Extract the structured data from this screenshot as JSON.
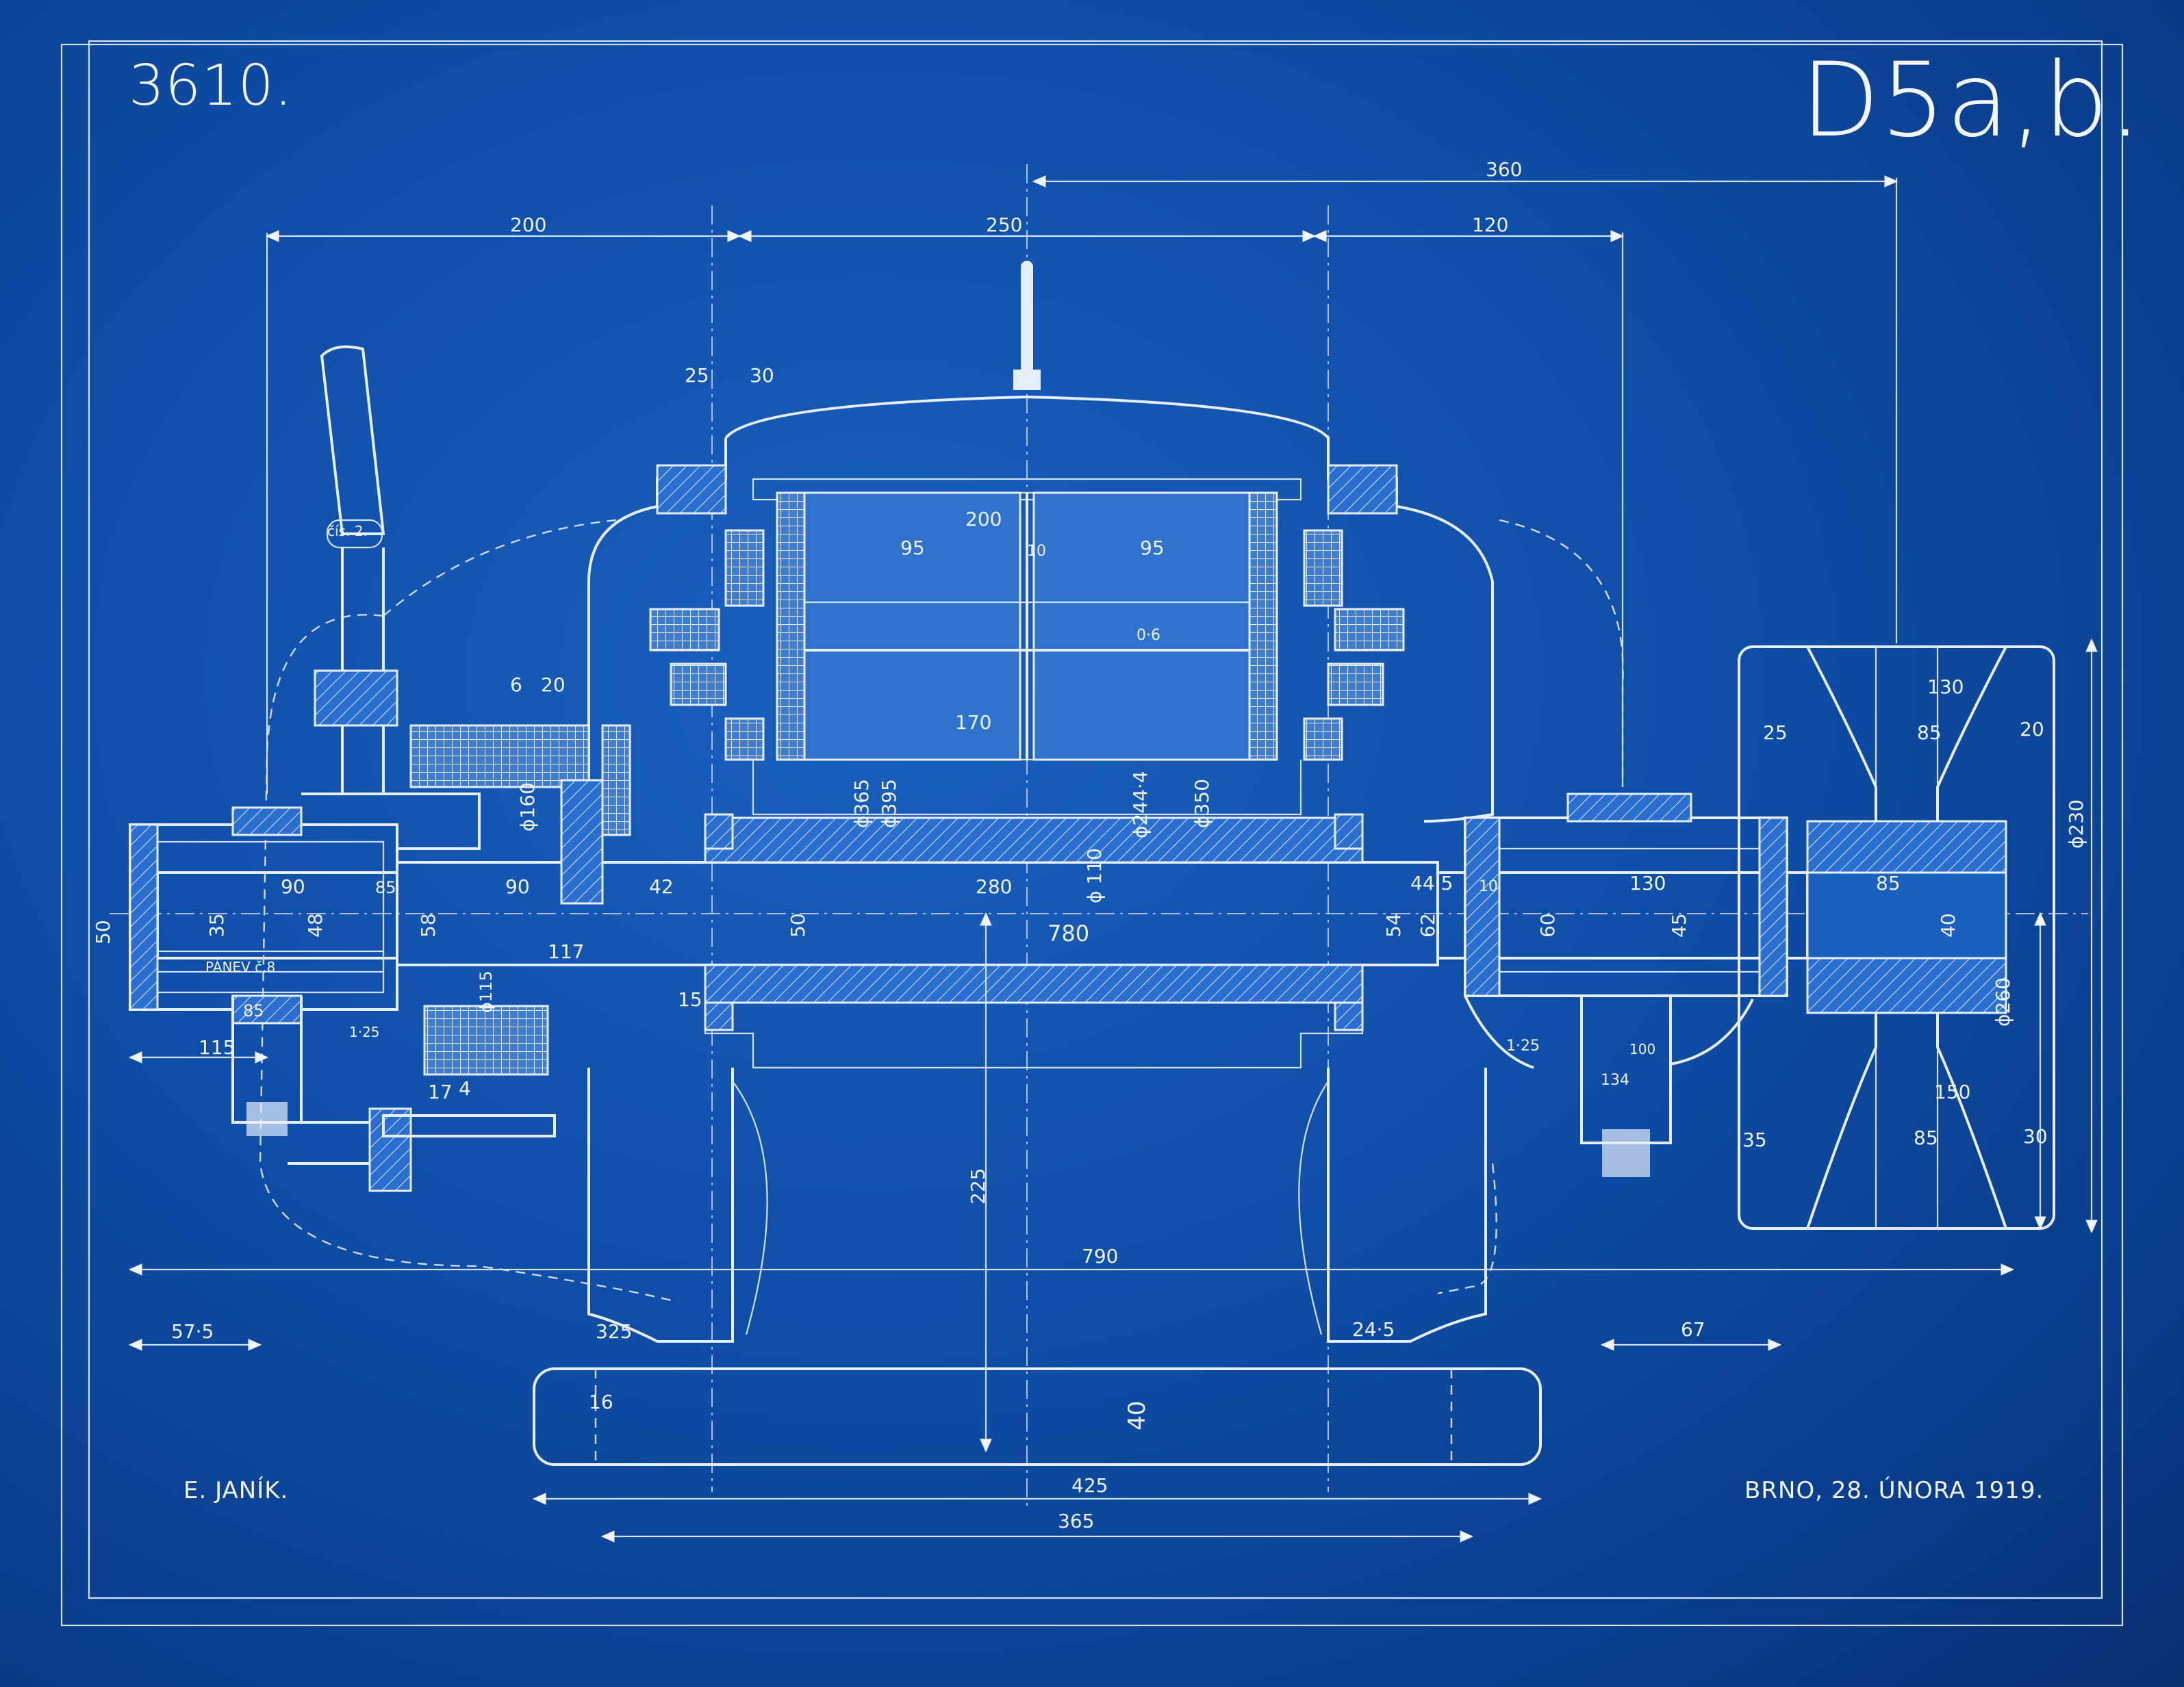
{
  "sheet": {
    "number": "3610.",
    "drawing_code": "D5a,b.",
    "author": "E. JANÍK.",
    "place_date": "BRNO, 28. ÚNORA 1919."
  },
  "dimensions": {
    "top_360": "360",
    "top_200": "200",
    "top_250": "250",
    "top_120": "120",
    "d25": "25",
    "d30": "30",
    "rotor_200": "200",
    "rotor_95_left": "95",
    "rotor_10": "10",
    "rotor_95_right": "95",
    "gap_06": "0·6",
    "rotor_170": "170",
    "phi365": "ϕ365",
    "phi395": "ϕ395",
    "phi2444": "ϕ244·4",
    "phi350": "ϕ350",
    "gear_6": "6",
    "gear_20": "20",
    "phi160": "ϕ160",
    "left_90": "90",
    "left_85": "85",
    "left_90b": "90",
    "left_42": "42",
    "shaft_280": "280",
    "phi110": "ϕ 110",
    "d445": "44·5",
    "right_10": "10",
    "right_130": "130",
    "right_85": "85",
    "left_50": "50",
    "d35": "35",
    "d48": "48",
    "d58": "58",
    "d50c": "50",
    "shaft_780": "780",
    "d54": "54",
    "d62": "62",
    "d60": "60",
    "d45": "45",
    "d40": "40",
    "d117": "117",
    "panev": "PÁNEV č.8",
    "d85b": "85",
    "d115": "115",
    "d125": "1·25",
    "phi115": "ϕ115",
    "d15": "15",
    "d17": "17",
    "d4": "4",
    "d125r": "1·25",
    "d100": "100",
    "d134": "134",
    "pulley_130": "130",
    "pulley_25": "25",
    "pulley_85": "85",
    "pulley_20": "20",
    "phi230": "ϕ230",
    "phi260": "ϕ260",
    "d150": "150",
    "pulley_35": "35",
    "pulley_85b": "85",
    "pulley_30": "30",
    "d225": "225",
    "total_790": "790",
    "d575": "57·5",
    "d325": "325",
    "d245": "24·5",
    "d67": "67",
    "d16": "16",
    "base_40": "40",
    "base_425": "425",
    "base_365": "365",
    "lever_tag": "čís. 2."
  }
}
